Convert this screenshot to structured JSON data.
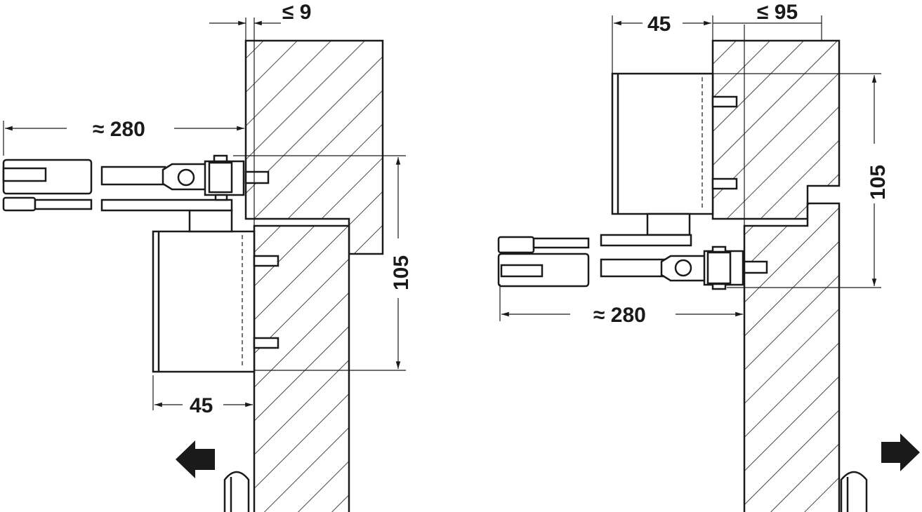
{
  "diagram": {
    "left_view": {
      "frame_gap_label": "≤ 9",
      "arm_length_label": "≈ 280",
      "height_label": "105",
      "closer_depth_label": "45",
      "opening_direction": "left-arrow-icon"
    },
    "right_view": {
      "closer_depth_label": "45",
      "frame_gap_label": "≤ 95",
      "height_label": "105",
      "arm_length_label": "≈ 280",
      "opening_direction": "right-arrow-icon"
    },
    "colors": {
      "line": "#1a1a1a",
      "background": "#ffffff"
    }
  }
}
